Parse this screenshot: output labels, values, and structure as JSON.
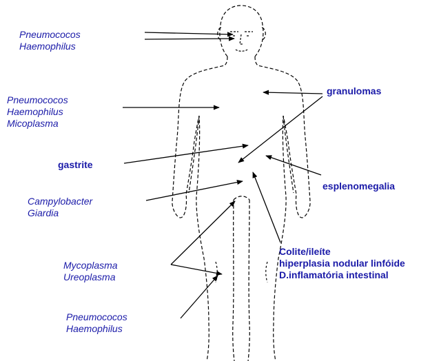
{
  "colors": {
    "label_text": "#1a1aa8",
    "arrows": "#000000",
    "body_outline": "#000000",
    "background": "#ffffff"
  },
  "labels": {
    "head_pathogens": [
      "Pneumococos",
      "Haemophilus"
    ],
    "lung_pathogens": [
      "Pneumococos",
      "Haemophilus",
      "Micoplasma"
    ],
    "granulomas": "granulomas",
    "gastrite": "gastrite",
    "esplenomegalia": "esplenomegalia",
    "intestinal_pathogens": [
      "Campylobacter",
      "Giardia"
    ],
    "colitis": [
      "Colite/ileíte",
      "hiperplasia nodular linfóide",
      "D.inflamatória intestinal"
    ],
    "urogenital_pathogens": [
      "Mycoplasma",
      "Ureoplasma"
    ],
    "joint_pathogens": [
      "Pneumococos",
      "Haemophilus"
    ]
  }
}
